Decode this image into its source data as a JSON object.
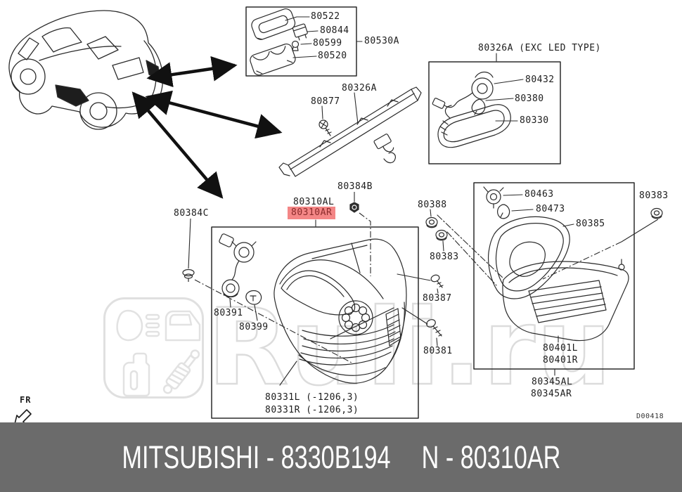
{
  "parts": {
    "license_lens": "80522",
    "license_socket": "80844",
    "license_bulb": "80599",
    "license_housing": "80520",
    "license_assy": "80530A",
    "high_mount_assy": "80326A",
    "high_mount_screw": "80877",
    "exc_led_title": "80326A (EXC LED TYPE)",
    "exc_socket": "80432",
    "exc_bulb": "80380",
    "exc_lamp": "80330",
    "nut_384b": "80384B",
    "tail_assy_left": "80310AL",
    "tail_assy_right": "80310AR",
    "clip_384c": "80384C",
    "harness": "80391",
    "bulb_399": "80399",
    "grommet_388": "80388",
    "grommet_383_mid": "80383",
    "screw_387": "80387",
    "screw_381": "80381",
    "socket_463": "80463",
    "bulb_473": "80473",
    "gasket_385": "80385",
    "grommet_383_right": "80383",
    "inner_lamp_left": "80401L",
    "inner_lamp_right": "80401R",
    "inner_assy_left": "80345AL",
    "inner_assy_right": "80345AR",
    "body_left": "80331L (-1206,3)",
    "body_right": "80331R (-1206,3)"
  },
  "highlight": {
    "selected_part": "80310AR",
    "background": "#f48686",
    "text_color": "#8b2b2b"
  },
  "footer": {
    "left_text": "MITSUBISHI - 8330B194",
    "right_text": "N - 80310AR",
    "background": "#6b6b6b",
    "text_color": "#ffffff"
  },
  "watermark": {
    "text": "Ruli.ru"
  },
  "fr_label": "FR",
  "drawing_code": "D00418"
}
